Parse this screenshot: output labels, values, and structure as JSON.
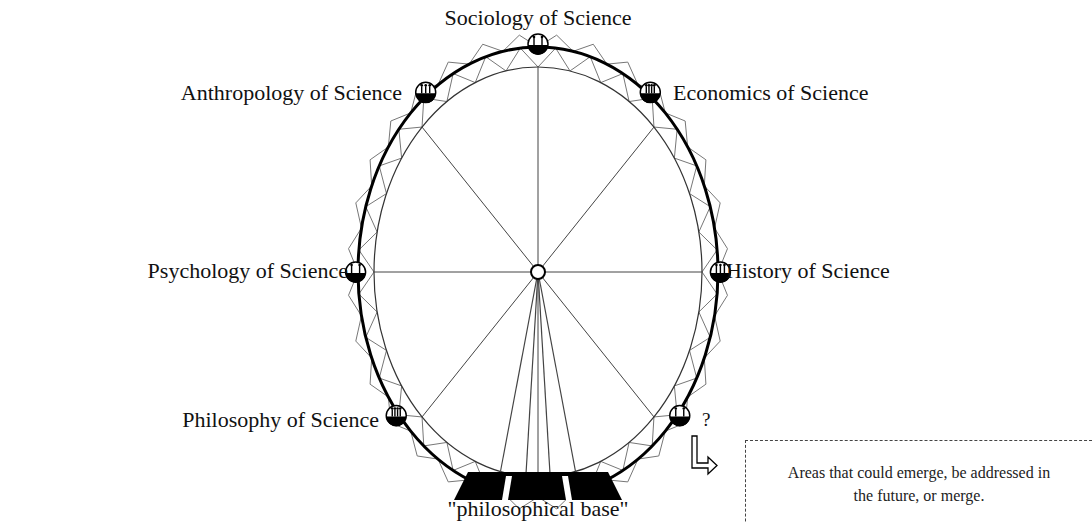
{
  "diagram": {
    "nodes": [
      {
        "text": [
          "Areas that could emerge, be addressed in the future, or merge."
        ]
      }
    ],
    "labels": [
      "Sociology of Science",
      "Anthropology of Science",
      "Economics of Science",
      "Psychology of Science",
      "History of Science",
      "Philosophy of Science",
      "?",
      "\"philosophical base\""
    ]
  }
}
